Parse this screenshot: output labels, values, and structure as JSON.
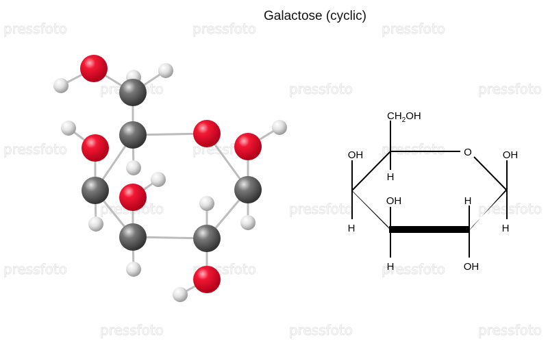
{
  "title": "Galactose (cyclic)",
  "watermark": "pressfoto",
  "colors": {
    "oxygen": "#e8102a",
    "carbon": "#6b6b6b",
    "hydrogen": "#e6e6e6"
  },
  "haworth": {
    "ch2oh_main": "CH",
    "ch2oh_sub": "2",
    "ch2oh_tail": "OH",
    "ring_o": "O",
    "c4_oh": "OH",
    "c5_h": "H",
    "c1_oh": "OH",
    "c3_oh": "OH",
    "c2_h": "H",
    "c4_h": "H",
    "c1_h": "H",
    "c3_h": "H",
    "c2_oh": "OH"
  }
}
